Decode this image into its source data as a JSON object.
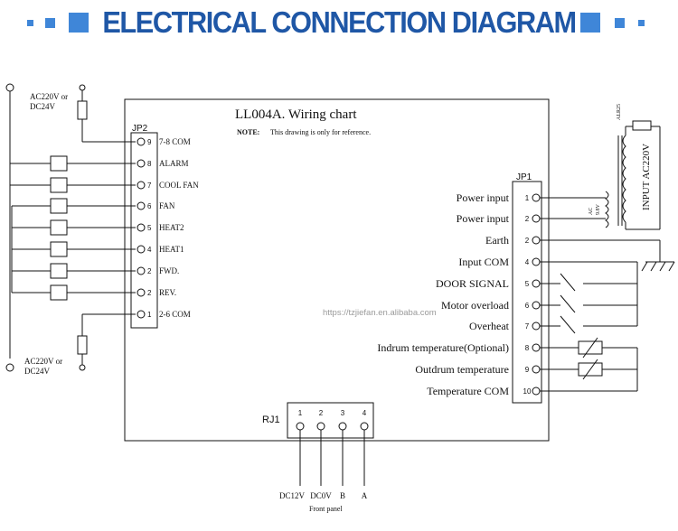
{
  "header": {
    "title": "ELECTRICAL CONNECTION DIAGRAM",
    "accent_color": "#1f57a6",
    "square_color": "#3f86d8"
  },
  "diagram": {
    "chart_title": "LL004A. Wiring chart",
    "note_label": "NOTE:",
    "note_text": "This drawing is only for reference.",
    "jp2_label": "JP2",
    "jp2_pins": [
      {
        "num": "9",
        "label": "7-8 COM"
      },
      {
        "num": "8",
        "label": "ALARM"
      },
      {
        "num": "7",
        "label": "COOL FAN"
      },
      {
        "num": "6",
        "label": "FAN"
      },
      {
        "num": "5",
        "label": "HEAT2"
      },
      {
        "num": "4",
        "label": "HEAT1"
      },
      {
        "num": "2",
        "label": "FWD."
      },
      {
        "num": "2",
        "label": "REV."
      },
      {
        "num": "1",
        "label": "2-6 COM"
      }
    ],
    "jp1_label": "JP1",
    "jp1_pins": [
      {
        "num": "1",
        "label": "Power input"
      },
      {
        "num": "2",
        "label": "Power input"
      },
      {
        "num": "2",
        "label": "Earth"
      },
      {
        "num": "4",
        "label": "Input COM"
      },
      {
        "num": "5",
        "label": "DOOR SIGNAL"
      },
      {
        "num": "6",
        "label": "Motor overload"
      },
      {
        "num": "7",
        "label": "Overheat"
      },
      {
        "num": "8",
        "label": "Indrum temperature(Optional)"
      },
      {
        "num": "9",
        "label": "Outdrum temperature"
      },
      {
        "num": "10",
        "label": "Temperature COM"
      }
    ],
    "rj1_label": "RJ1",
    "rj1_pins": [
      "1",
      "2",
      "3",
      "4"
    ],
    "rj1_signals": [
      "DC12V",
      "DC0V",
      "B",
      "A"
    ],
    "front_panel": "Front panel",
    "supply_top": [
      "AC220V or",
      "DC24V"
    ],
    "supply_bottom": [
      "AC220V or",
      "DC24V"
    ],
    "transformer_label": "INPUT AC220V",
    "transformer_top": "ALR25",
    "transformer_secondary": [
      "AC",
      "9.8V"
    ],
    "watermark": "https://tzjiefan.en.alibaba.com"
  }
}
